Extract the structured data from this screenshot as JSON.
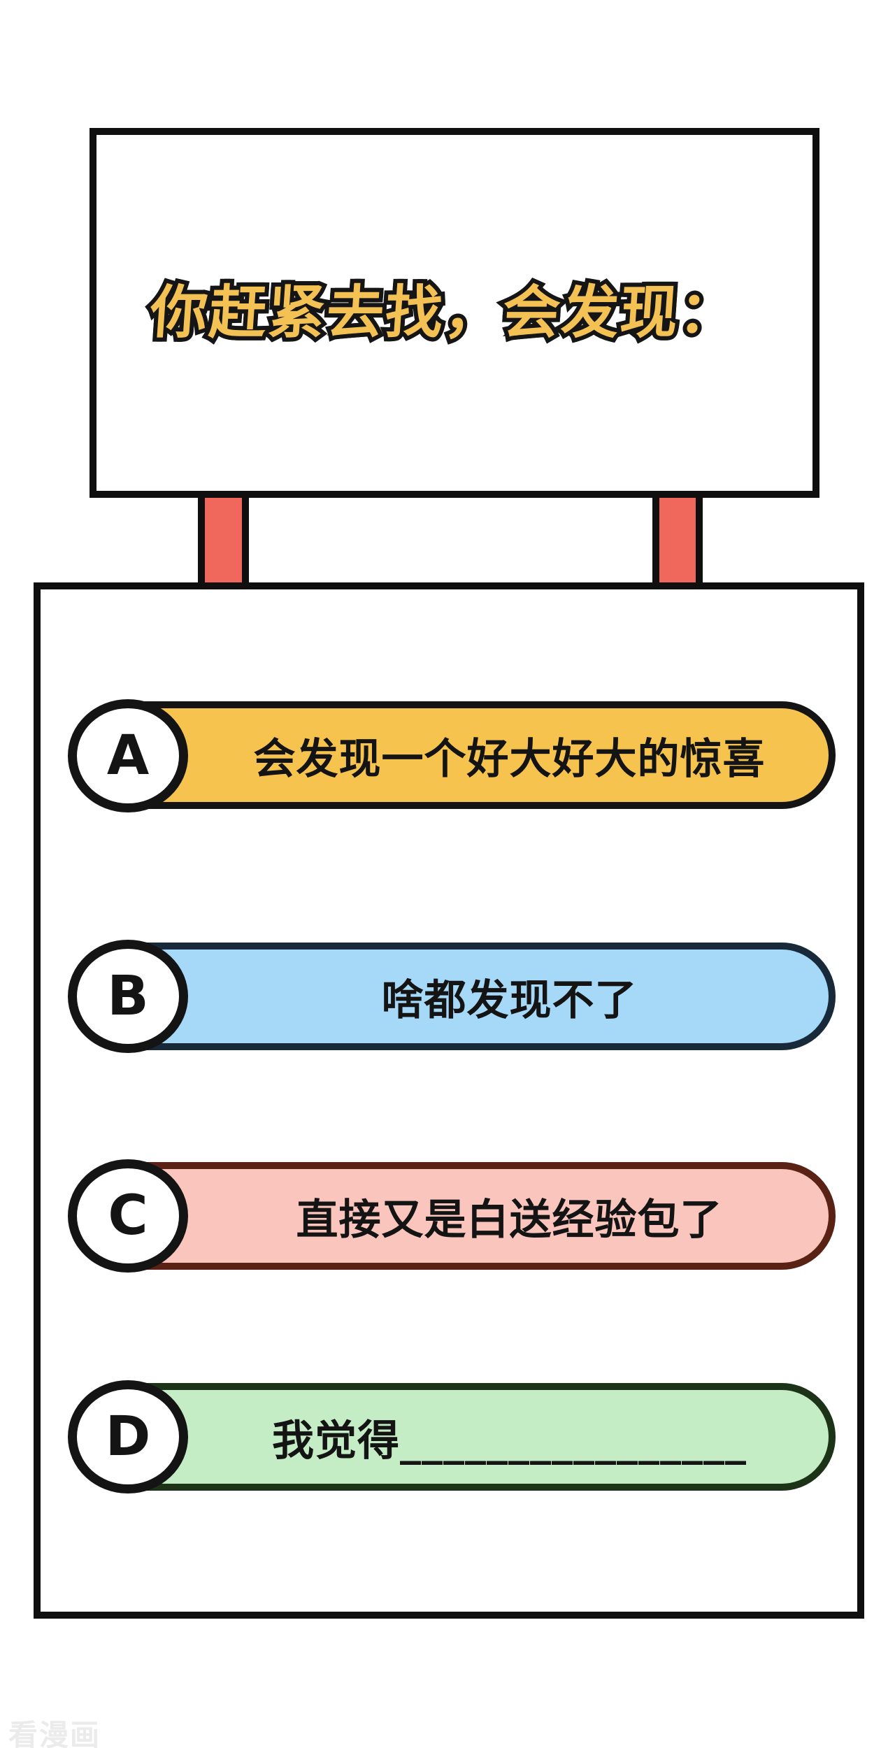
{
  "page": {
    "background": "#ffffff",
    "watermark": "看漫画",
    "watermark_color": "#ebebeb"
  },
  "sign": {
    "title": "你赶紧去找，会发现：",
    "title_fill": "#f4c254",
    "title_outline": "#151515",
    "board_border": "#0f0f0f",
    "post_color": "#f0685c"
  },
  "quiz": {
    "box_border": "#0f0f0f",
    "options": [
      {
        "letter": "A",
        "label": "会发现一个好大好大的惊喜",
        "fill": "#f6c44e",
        "border": "#141414"
      },
      {
        "letter": "B",
        "label": "啥都发现不了",
        "fill": "#a6d8f7",
        "border": "#18293a"
      },
      {
        "letter": "C",
        "label": "直接又是白送经验包了",
        "fill": "#fac5bc",
        "border": "#5a2115"
      },
      {
        "letter": "D",
        "label": "我觉得________________",
        "fill": "#c4edc5",
        "border": "#1c3317"
      }
    ]
  }
}
